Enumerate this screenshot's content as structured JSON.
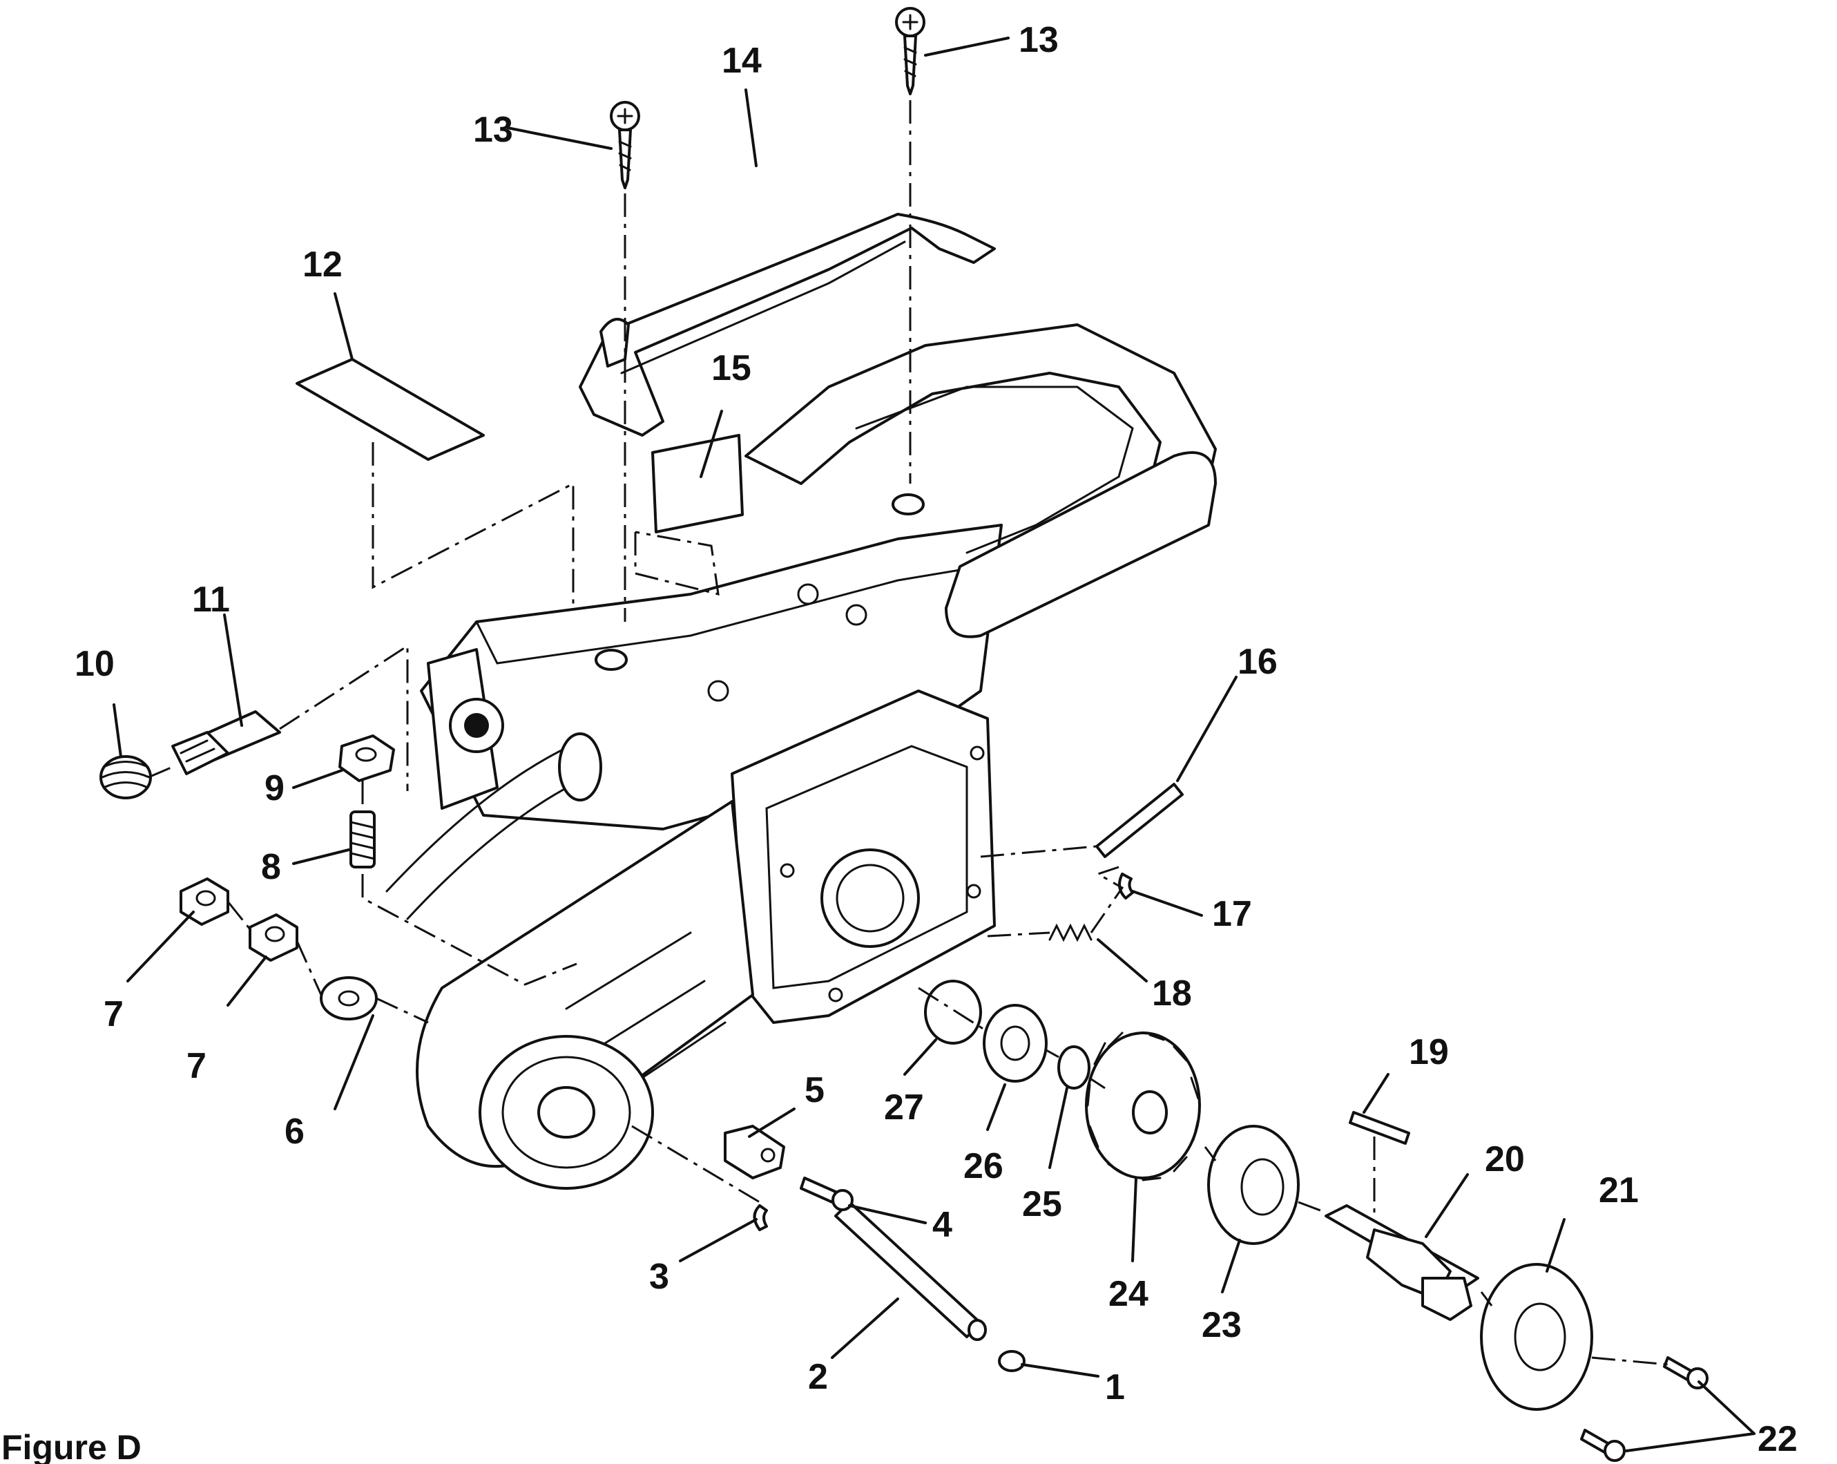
{
  "figure": {
    "caption": "Figure D"
  },
  "callouts": {
    "c1": "1",
    "c2": "2",
    "c3": "3",
    "c4": "4",
    "c5": "5",
    "c6": "6",
    "c7a": "7",
    "c7b": "7",
    "c8": "8",
    "c9": "9",
    "c10": "10",
    "c11": "11",
    "c12": "12",
    "c13a": "13",
    "c13b": "13",
    "c14": "14",
    "c15": "15",
    "c16": "16",
    "c17": "17",
    "c18": "18",
    "c19": "19",
    "c20": "20",
    "c21": "21",
    "c22": "22",
    "c23": "23",
    "c24": "24",
    "c25": "25",
    "c26": "26",
    "c27": "27"
  },
  "icons": {
    "screw": "phillips-screw-icon",
    "gear": "helical-gear-icon",
    "nut": "hex-nut-icon",
    "spring": "coil-spring-icon"
  },
  "colors": {
    "ink": "#111111",
    "paper": "#ffffff"
  }
}
